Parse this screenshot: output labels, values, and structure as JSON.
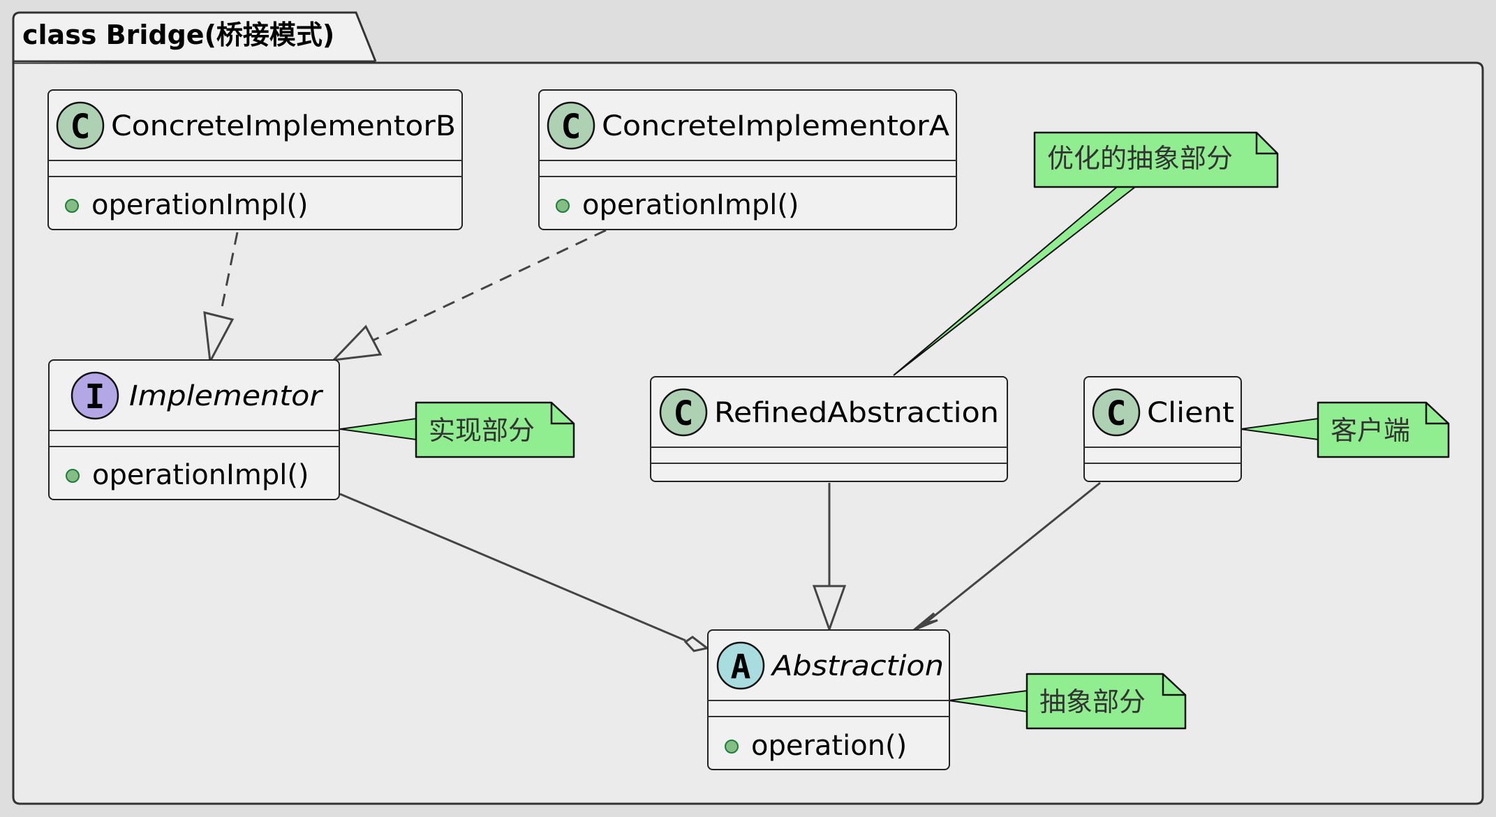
{
  "package": {
    "title": "class Bridge(桥接模式)"
  },
  "classes": {
    "concrete_b": {
      "stereotype": "C",
      "name": "ConcreteImplementorB",
      "method": "operationImpl()",
      "kind": "class"
    },
    "concrete_a": {
      "stereotype": "C",
      "name": "ConcreteImplementorA",
      "method": "operationImpl()",
      "kind": "class"
    },
    "implementor": {
      "stereotype": "I",
      "name": "Implementor",
      "method": "operationImpl()",
      "kind": "interface"
    },
    "refined": {
      "stereotype": "C",
      "name": "RefinedAbstraction",
      "kind": "class"
    },
    "client": {
      "stereotype": "C",
      "name": "Client",
      "kind": "class"
    },
    "abstraction": {
      "stereotype": "A",
      "name": "Abstraction",
      "method": "operation()",
      "kind": "abstract"
    }
  },
  "notes": {
    "refined_note": "优化的抽象部分",
    "implementor_note": "实现部分",
    "client_note": "客户端",
    "abstraction_note": "抽象部分"
  },
  "colors": {
    "class_circle": "#add1b2",
    "interface_circle": "#b4a7e5",
    "abstract_circle": "#a9dcdf",
    "note_fill": "#90ee90",
    "box_fill": "#f1f1f1",
    "package_fill": "#eaebea",
    "visibility_dot": "#84be84"
  }
}
